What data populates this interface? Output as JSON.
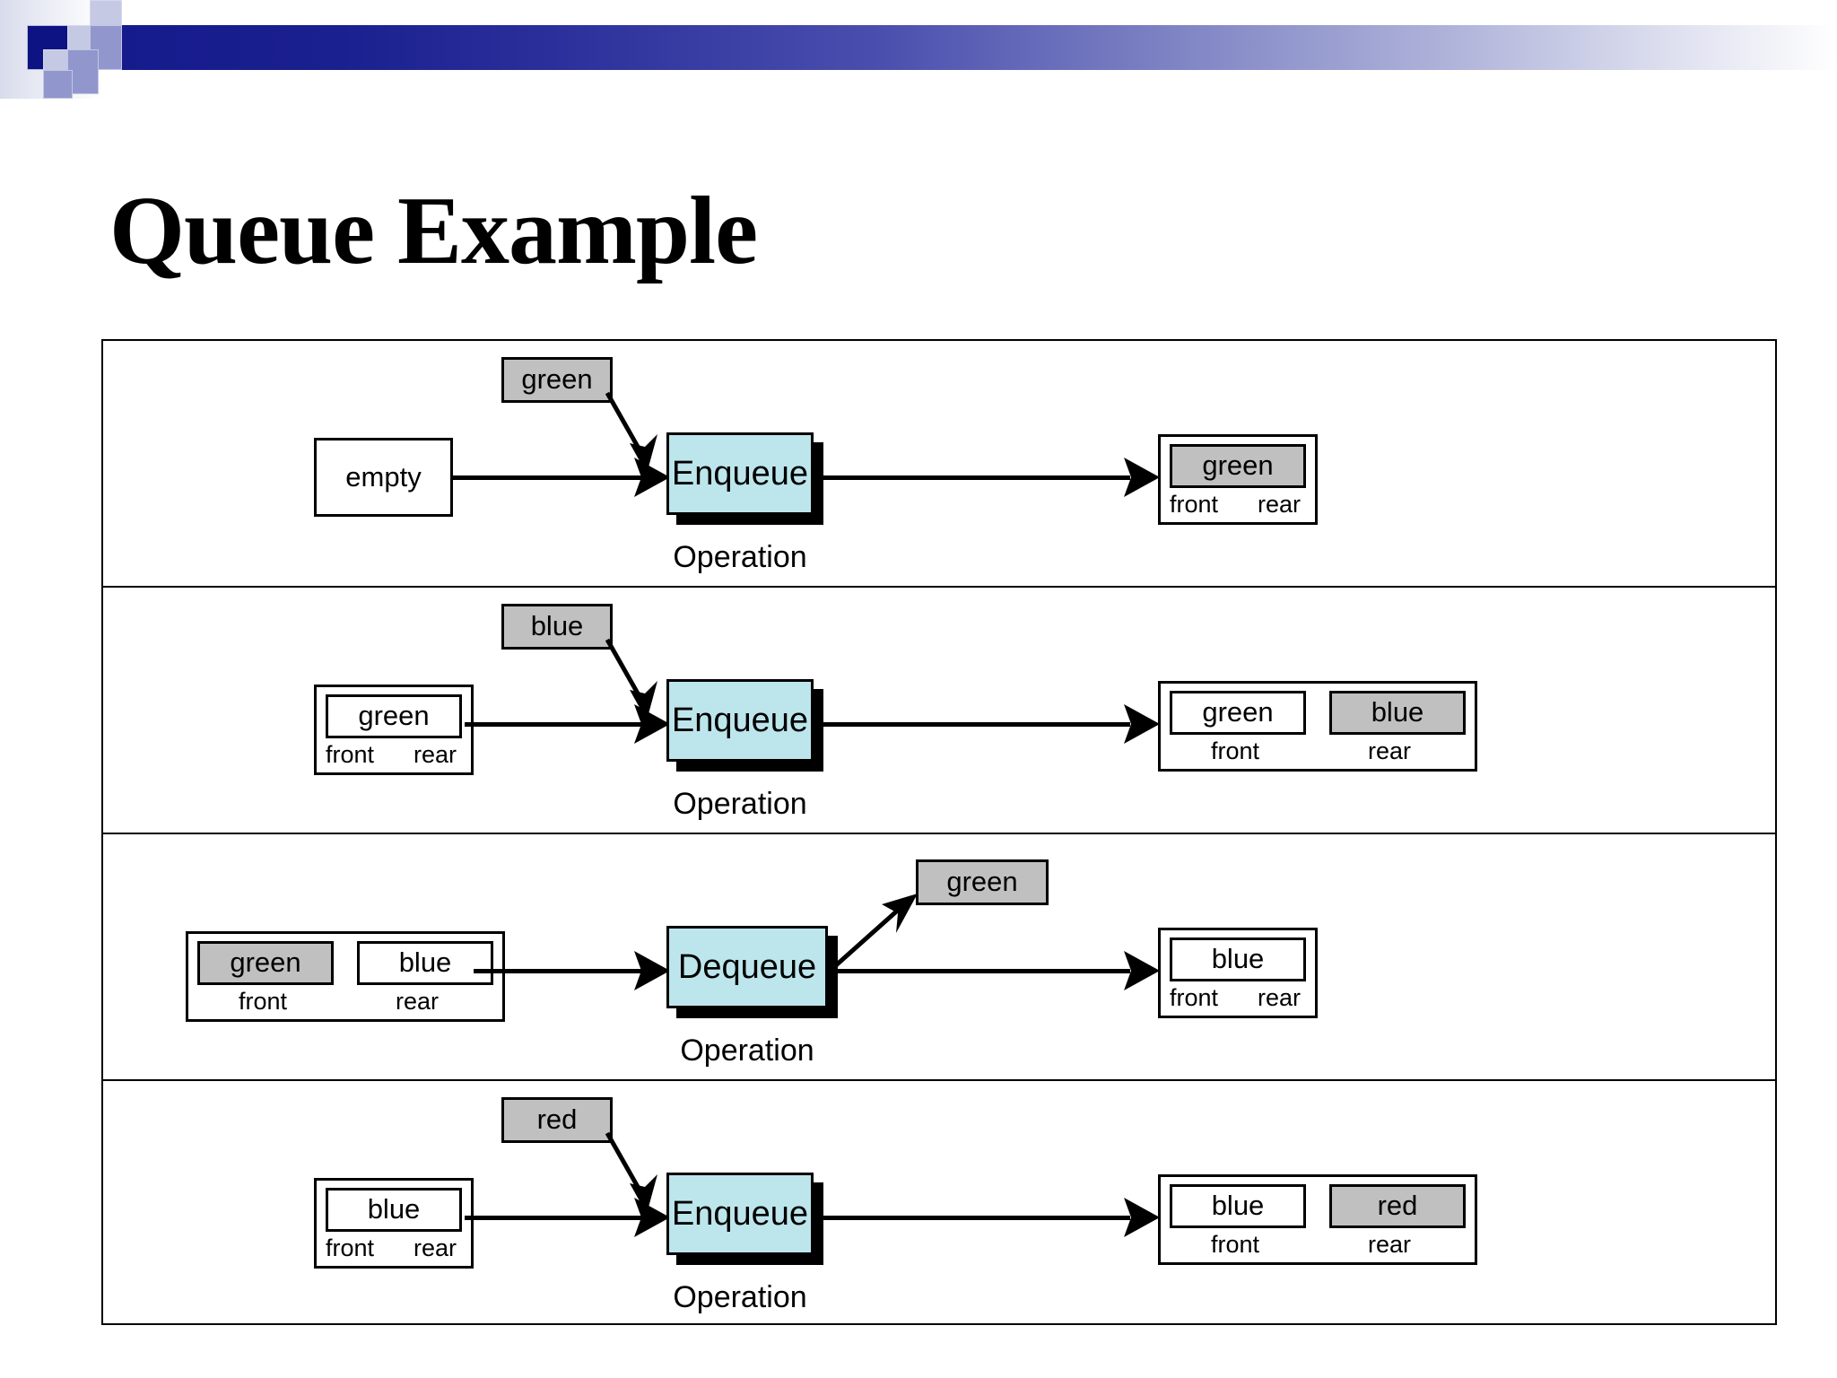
{
  "slide": {
    "title": "Queue Example",
    "accent_color": "#151a8c",
    "operation_fill": "#bde5ec",
    "token_fill": "#c0c0c0"
  },
  "labels": {
    "operation_caption": "Operation",
    "front": "front",
    "rear": "rear",
    "empty": "empty"
  },
  "rows": [
    {
      "id": "row-1",
      "input_token": "green",
      "operation": "Enqueue",
      "operation_caption": "Operation",
      "input_queue": {
        "empty": true,
        "empty_label": "empty",
        "cells": []
      },
      "output_queue": {
        "empty": false,
        "cells": [
          {
            "value": "green",
            "filled": true,
            "pointer": "front",
            "pointer2": "rear"
          }
        ]
      }
    },
    {
      "id": "row-2",
      "input_token": "blue",
      "operation": "Enqueue",
      "operation_caption": "Operation",
      "input_queue": {
        "empty": false,
        "cells": [
          {
            "value": "green",
            "filled": false,
            "pointer": "front",
            "pointer2": "rear"
          }
        ]
      },
      "output_queue": {
        "empty": false,
        "cells": [
          {
            "value": "green",
            "filled": false,
            "pointer": "front"
          },
          {
            "value": "blue",
            "filled": true,
            "pointer": "rear"
          }
        ]
      }
    },
    {
      "id": "row-3",
      "output_token": "green",
      "operation": "Dequeue",
      "operation_caption": "Operation",
      "input_queue": {
        "empty": false,
        "cells": [
          {
            "value": "green",
            "filled": true,
            "pointer": "front"
          },
          {
            "value": "blue",
            "filled": false,
            "pointer": "rear"
          }
        ]
      },
      "output_queue": {
        "empty": false,
        "cells": [
          {
            "value": "blue",
            "filled": false,
            "pointer": "front",
            "pointer2": "rear"
          }
        ]
      }
    },
    {
      "id": "row-4",
      "input_token": "red",
      "operation": "Enqueue",
      "operation_caption": "Operation",
      "input_queue": {
        "empty": false,
        "cells": [
          {
            "value": "blue",
            "filled": false,
            "pointer": "front",
            "pointer2": "rear"
          }
        ]
      },
      "output_queue": {
        "empty": false,
        "cells": [
          {
            "value": "blue",
            "filled": false,
            "pointer": "front"
          },
          {
            "value": "red",
            "filled": true,
            "pointer": "rear"
          }
        ]
      }
    }
  ]
}
